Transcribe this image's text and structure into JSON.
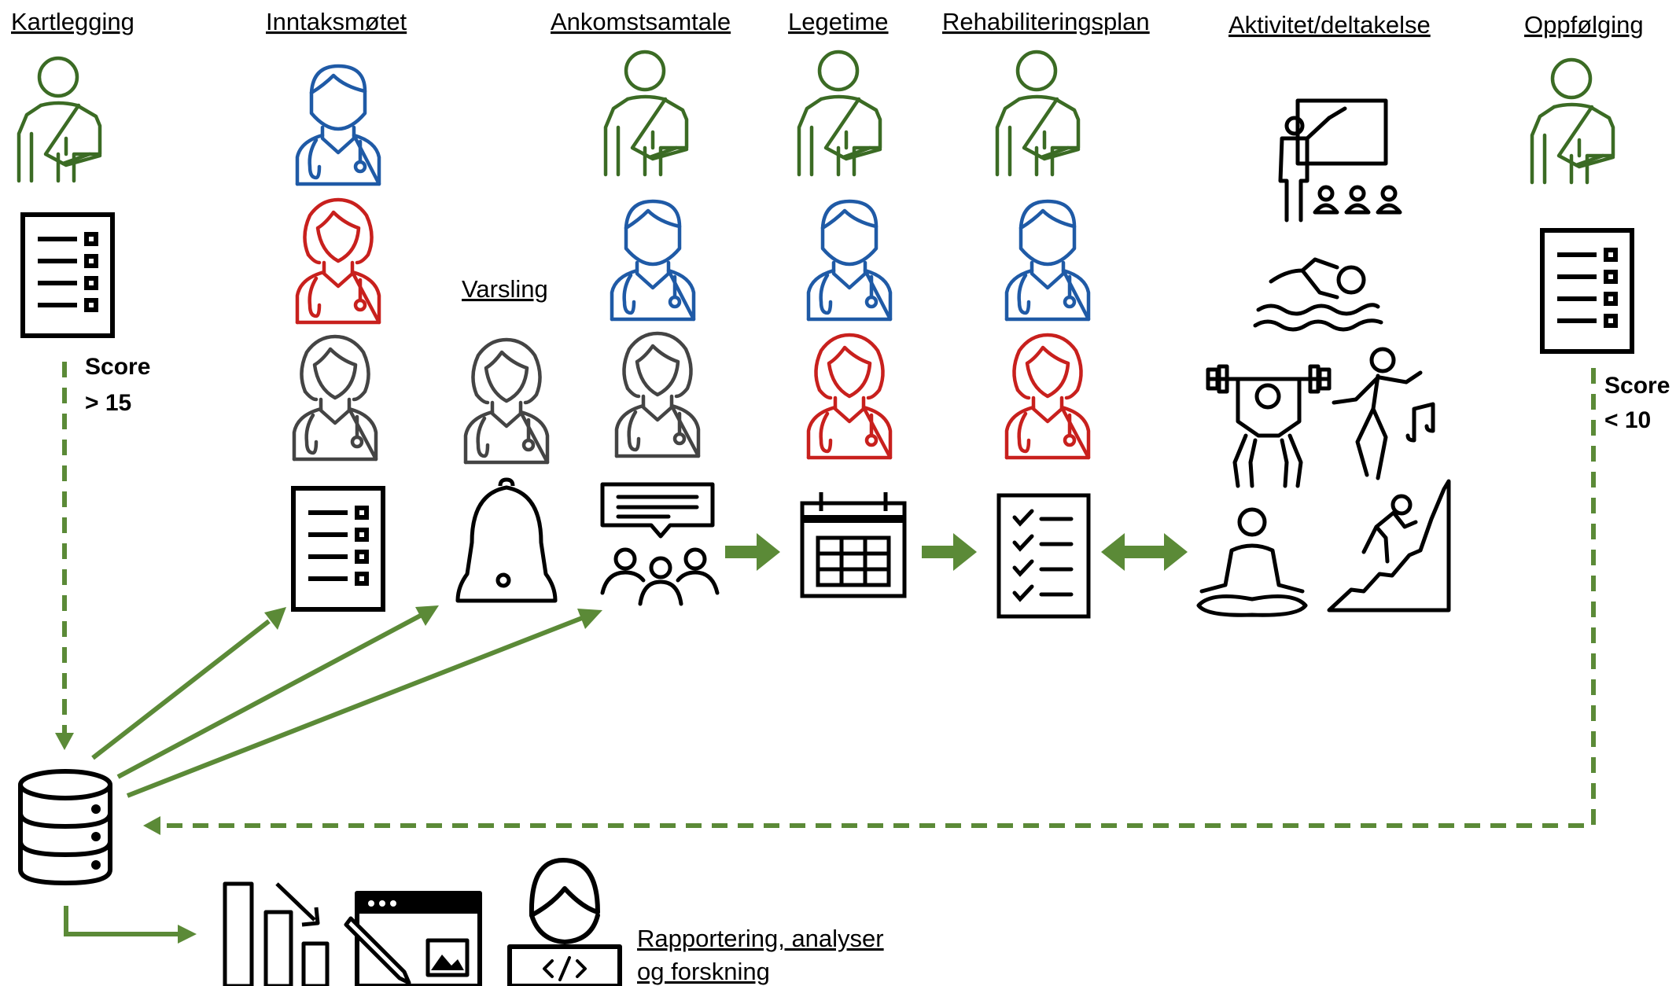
{
  "stages": [
    {
      "label": "Kartlegging"
    },
    {
      "label": "Inntaksmøtet"
    },
    {
      "label": "Varsling"
    },
    {
      "label": "Ankomstsamtale"
    },
    {
      "label": "Legetime"
    },
    {
      "label": "Rehabiliteringsplan"
    },
    {
      "label": "Aktivitet/deltakelse"
    },
    {
      "label": "Oppfølging"
    }
  ],
  "scores": {
    "start": {
      "line1": "Score",
      "line2": "> 15"
    },
    "end": {
      "line1": "Score",
      "line2": "< 10"
    }
  },
  "reporting": {
    "line1": "Rapportering, analyser",
    "line2": "og forskning"
  },
  "colors": {
    "patient": "#3b6b24",
    "doctor": "#1f5aa6",
    "nurse": "#c8201d",
    "staff": "#444444",
    "arrow": "#5b8a37",
    "ink": "#000000"
  }
}
